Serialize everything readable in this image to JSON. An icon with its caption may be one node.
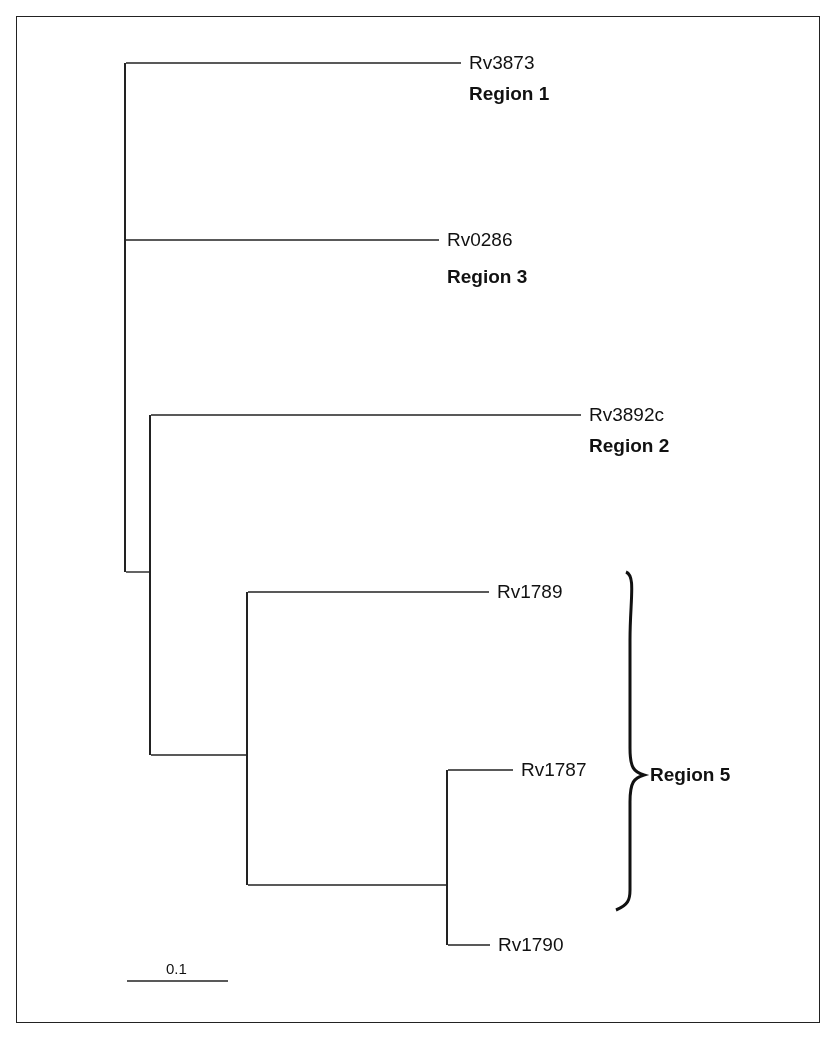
{
  "diagram": {
    "nodes": [
      {
        "text": [],
        "shape": "bar"
      },
      {
        "text": [
          "Rv3873",
          "Region 1"
        ]
      },
      {
        "text": [
          "Rv0286",
          "Region 3"
        ]
      },
      {
        "text": [],
        "shape": "bar"
      },
      {
        "text": [
          "Rv3892c",
          "Region 2"
        ]
      },
      {
        "text": [],
        "shape": "bar"
      },
      {
        "text": [
          "Rv1789"
        ]
      },
      {
        "text": [],
        "shape": "bar"
      },
      {
        "text": [
          "Rv1787"
        ]
      },
      {
        "text": [
          "Rv1790"
        ]
      }
    ],
    "edges": [
      {
        "from": 0,
        "to": 1,
        "arrow": "none"
      },
      {
        "from": 0,
        "to": 2,
        "arrow": "none"
      },
      {
        "from": 0,
        "to": 3,
        "arrow": "none"
      },
      {
        "from": 3,
        "to": 4,
        "arrow": "none"
      },
      {
        "from": 3,
        "to": 5,
        "arrow": "none"
      },
      {
        "from": 5,
        "to": 6,
        "arrow": "none"
      },
      {
        "from": 5,
        "to": 7,
        "arrow": "none"
      },
      {
        "from": 7,
        "to": 8,
        "arrow": "none"
      },
      {
        "from": 7,
        "to": 9,
        "arrow": "none"
      }
    ],
    "labels": [
      "Region 5",
      "0.1"
    ]
  }
}
